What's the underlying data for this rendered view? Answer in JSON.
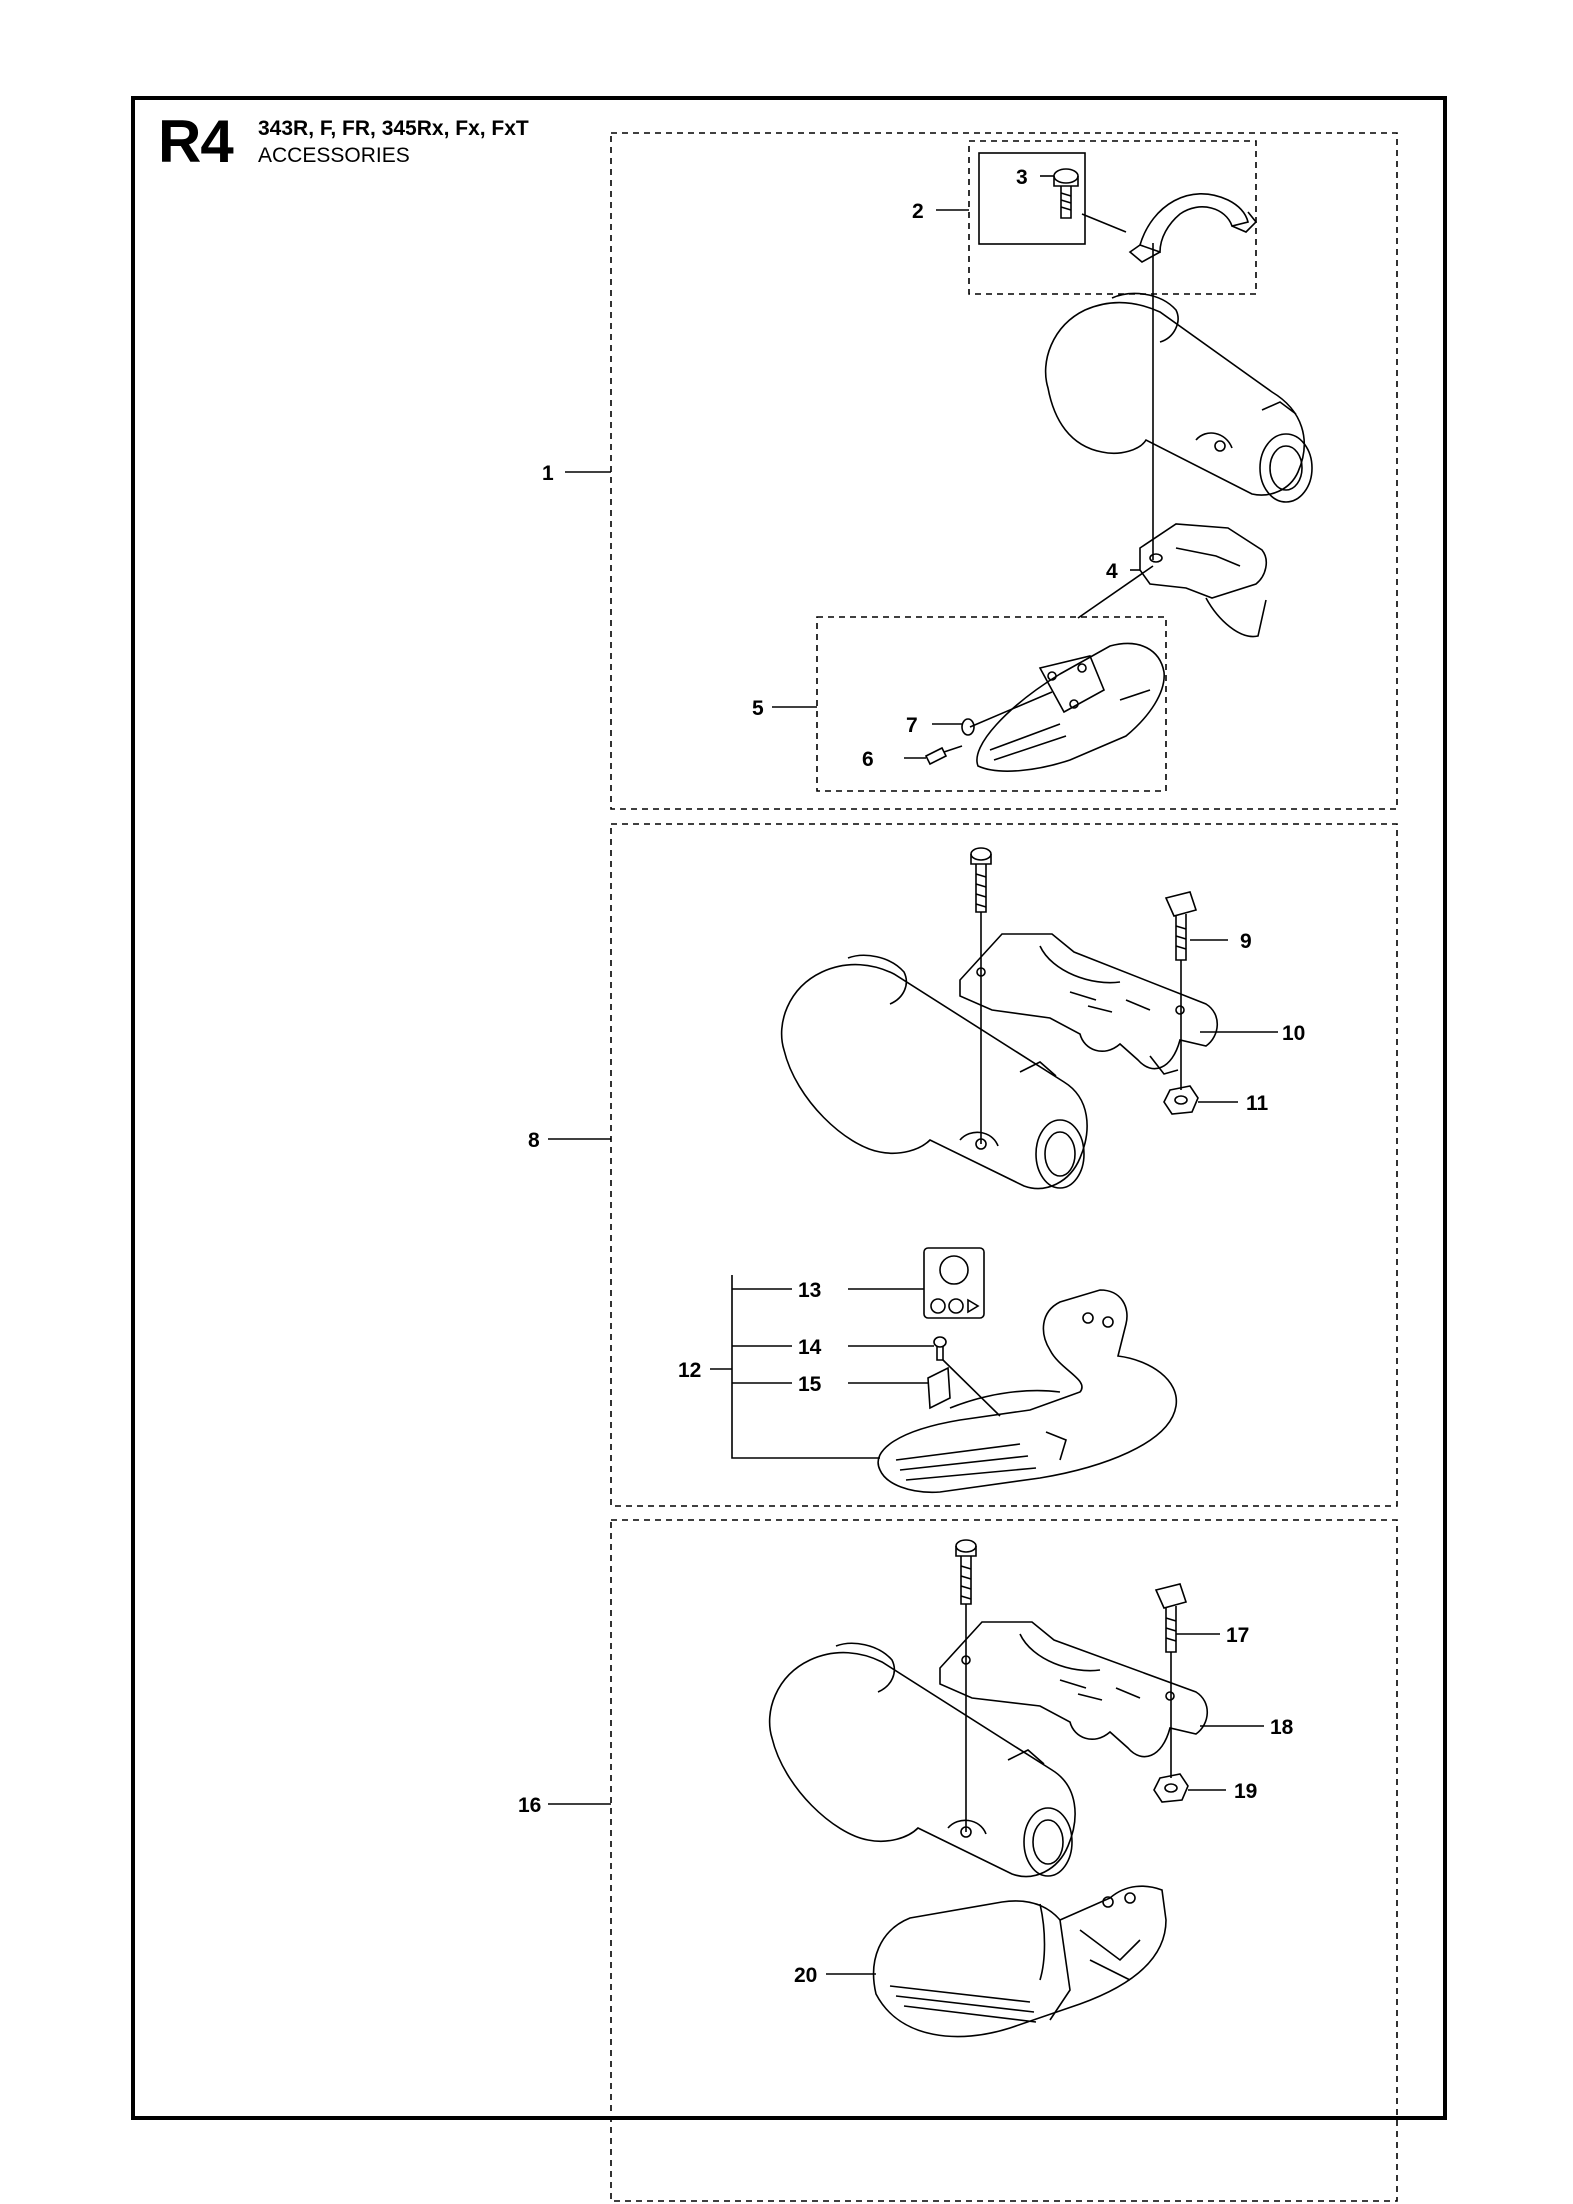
{
  "header": {
    "section_code": "R4",
    "models": "343R, F, FR, 345Rx, Fx, FxT",
    "title": "ACCESSORIES"
  },
  "callouts": [
    "1",
    "2",
    "3",
    "4",
    "5",
    "6",
    "7",
    "8",
    "9",
    "10",
    "11",
    "12",
    "13",
    "14",
    "15",
    "16",
    "17",
    "18",
    "19",
    "20"
  ]
}
